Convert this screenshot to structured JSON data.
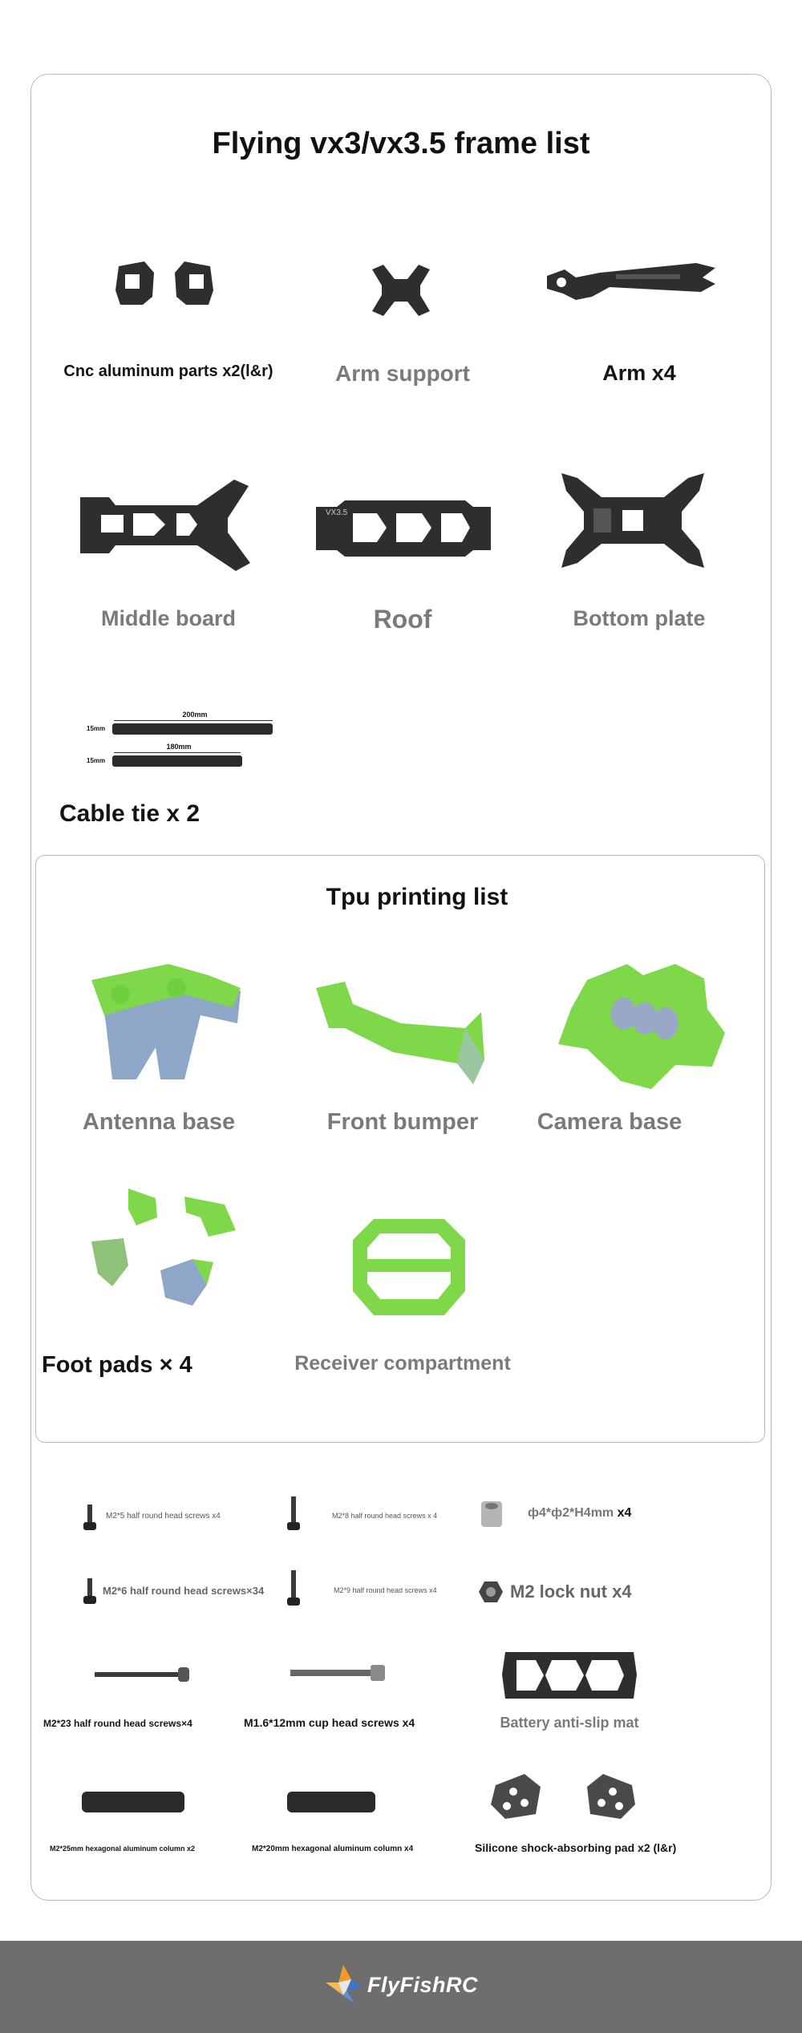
{
  "frame_list": {
    "title": "Flying vx3/vx3.5 frame list",
    "items": {
      "cnc": "Cnc aluminum parts x2(l&r)",
      "arm_support": "Arm support",
      "arm": "Arm x4",
      "middle_board": "Middle board",
      "roof": "Roof",
      "bottom_plate": "Bottom plate",
      "cable_tie": "Cable tie x 2"
    },
    "cable_tie_dims": {
      "long_length": "200mm",
      "short_length": "180mm",
      "width_long": "15mm",
      "width_short": "15mm"
    },
    "roof_marking": "VX3.5"
  },
  "tpu_list": {
    "title": "Tpu printing list",
    "items": {
      "antenna_base": "Antenna base",
      "front_bumper": "Front bumper",
      "camera_base": "Camera base",
      "foot_pads": "Foot pads × 4",
      "receiver": "Receiver compartment"
    }
  },
  "hardware": {
    "m2x5": "M2*5 half round head screws x4",
    "m2x8": "M2*8 half round head screws x 4",
    "standoff_spec": "ф4*ф2*H4mm",
    "standoff_qty": "x4",
    "m2x6": "M2*6 half round head screws×34",
    "m2x9": "M2*9 half round head screws x4",
    "lock_nut": "M2 lock nut x4",
    "m2x23": "M2*23 half round head screws×4",
    "m1_6x12": "M1.6*12mm cup head screws x4",
    "anti_slip": "Battery anti-slip mat",
    "col25": "M2*25mm hexagonal aluminum column x2",
    "col20": "M2*20mm hexagonal aluminum column x4",
    "silicone": "Silicone shock-absorbing pad x2 (l&r)"
  },
  "footer": {
    "brand": "FlyFishRC"
  },
  "colors": {
    "border": "#b9b9b9",
    "footer_bg": "#6e6e6e",
    "carbon": "#2e2e2e",
    "tpu_green": "#7fd84a",
    "tpu_blue": "#8ea6c8",
    "logo_orange": "#f39a2b",
    "logo_blue": "#3a77c9"
  }
}
